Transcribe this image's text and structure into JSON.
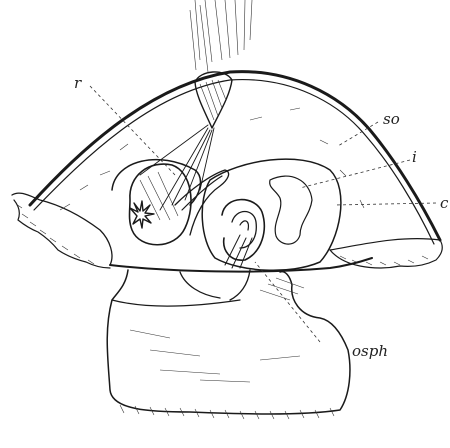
{
  "figure": {
    "labels": {
      "r": "r",
      "so": "so",
      "i": "i",
      "c": "c",
      "osph": "osph"
    }
  }
}
